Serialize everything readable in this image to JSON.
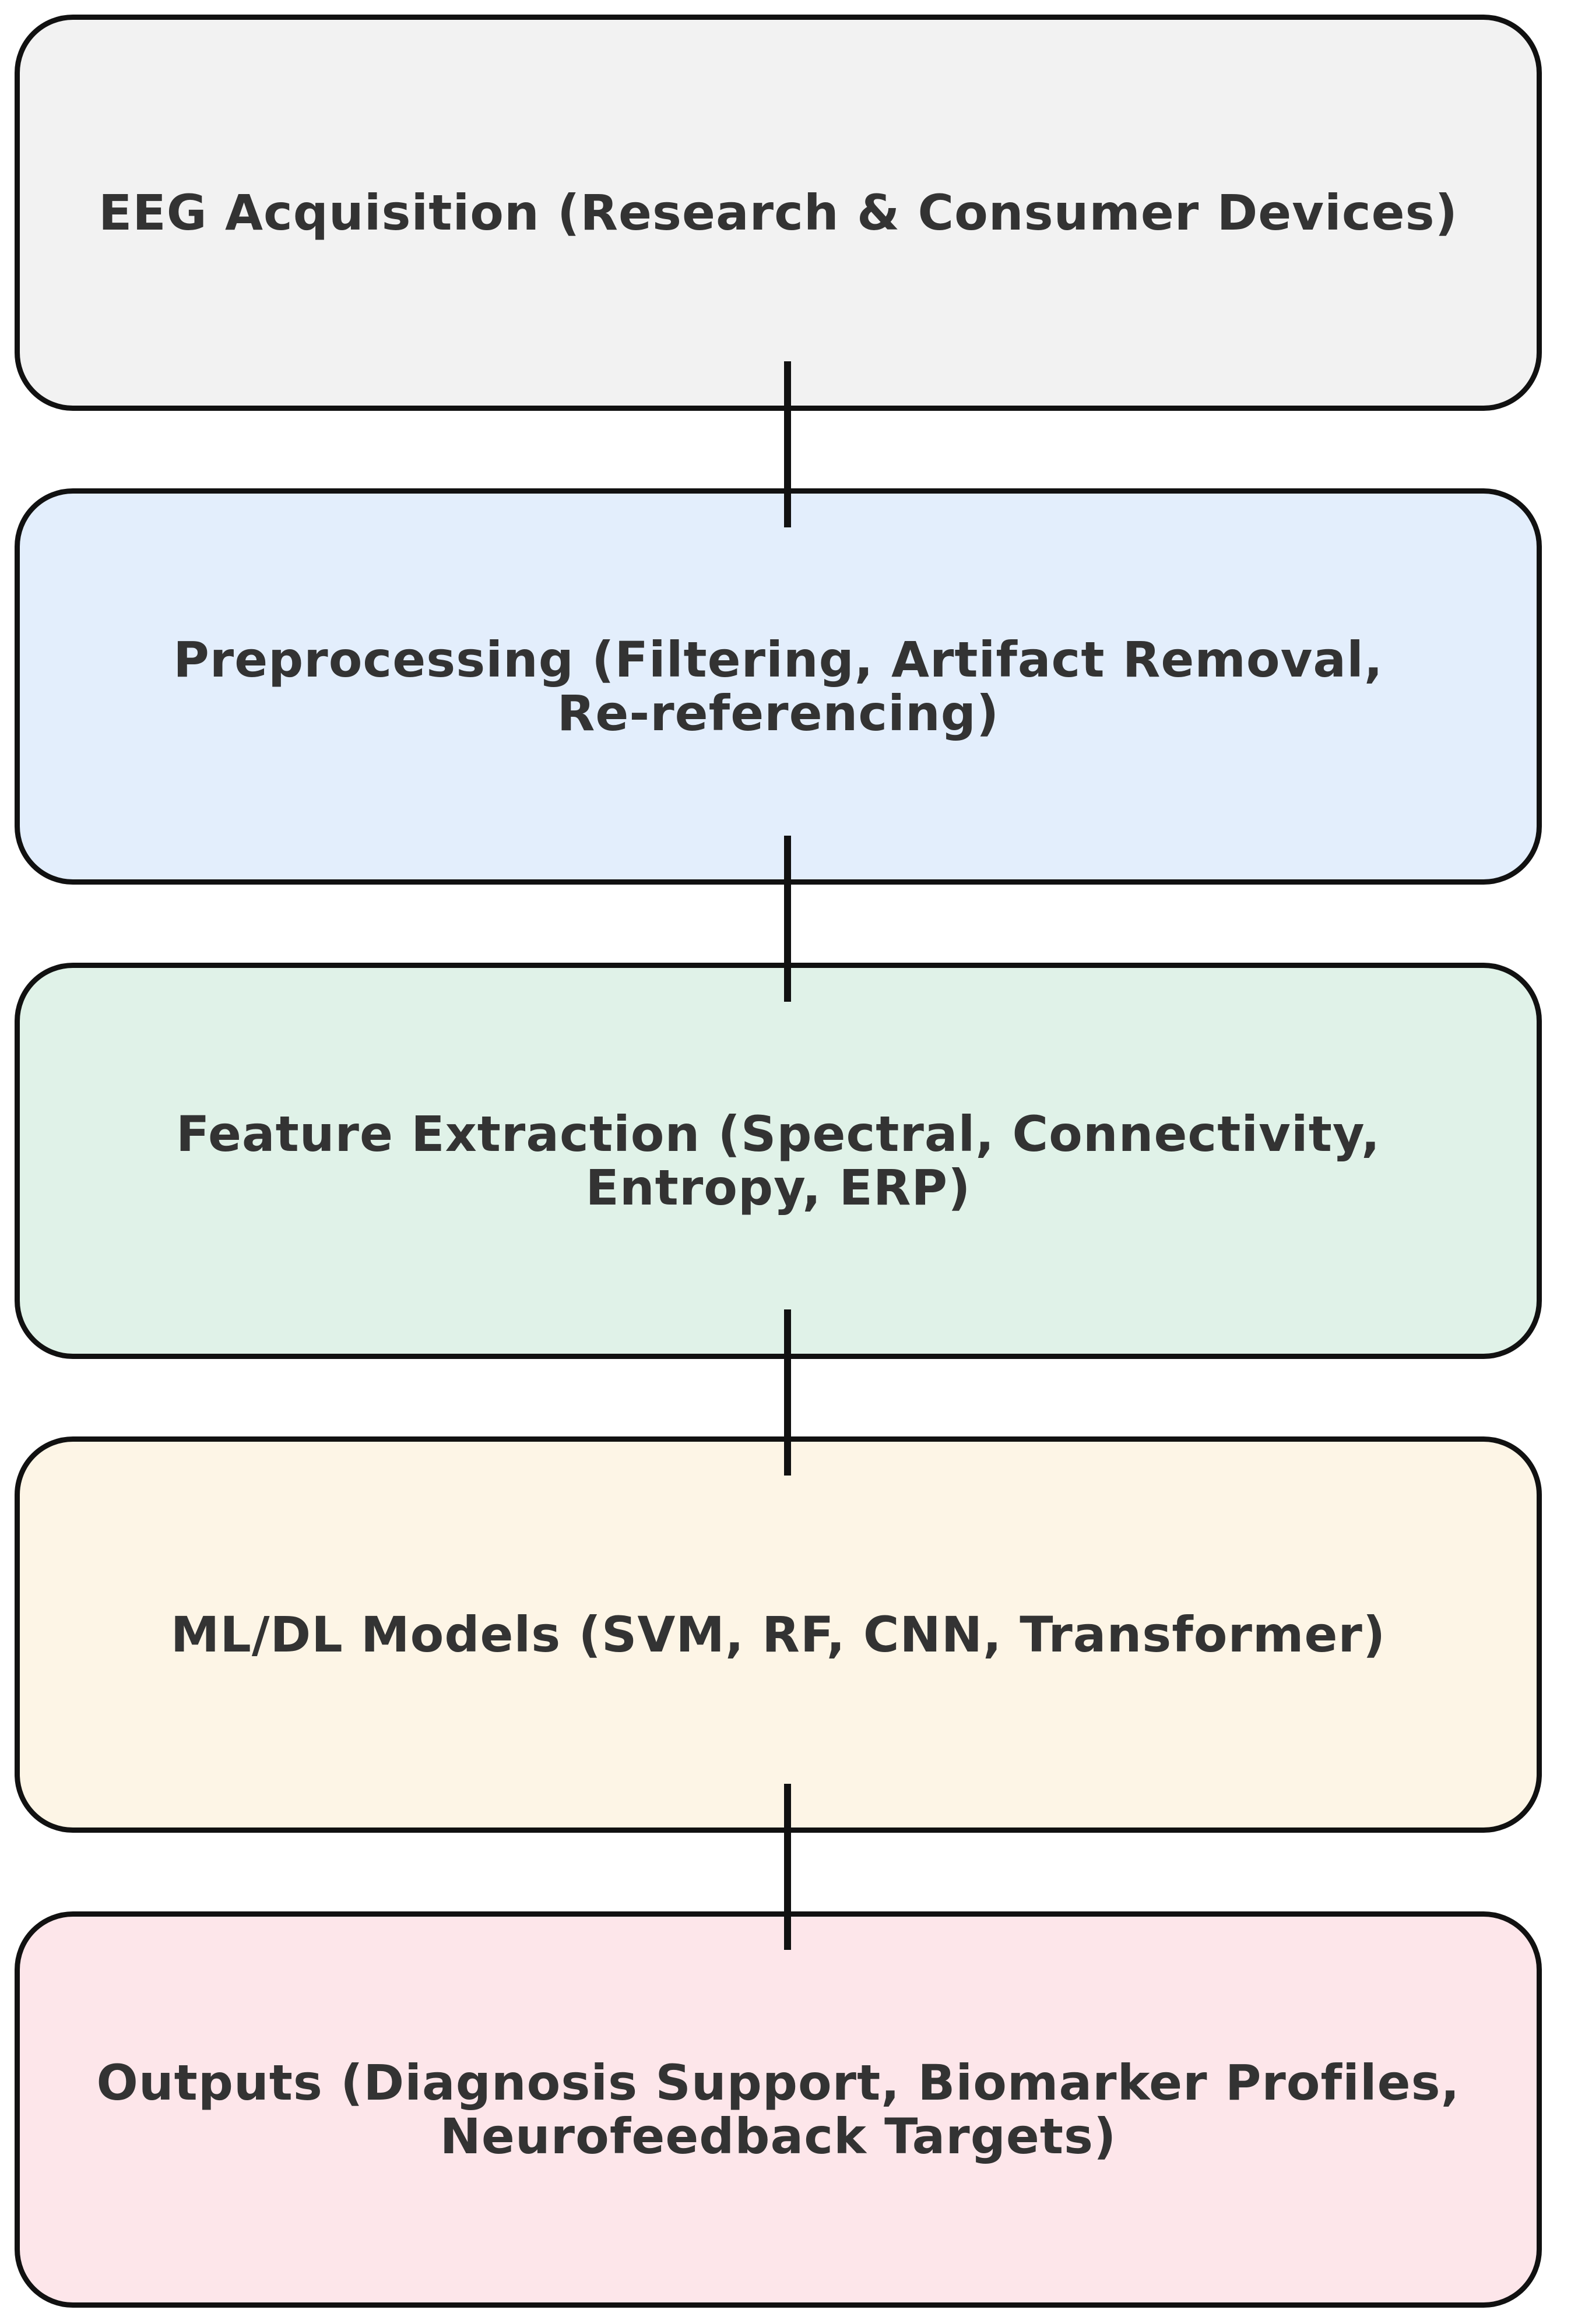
{
  "flowchart": {
    "steps": [
      {
        "label": "EEG Acquisition (Research & Consumer Devices)",
        "fill": "#f2f2f2"
      },
      {
        "label": "Preprocessing (Filtering, Artifact Removal, Re-referencing)",
        "fill": "#e3eefc"
      },
      {
        "label": "Feature Extraction (Spectral, Connectivity, Entropy, ERP)",
        "fill": "#e0f2e8"
      },
      {
        "label": "ML/DL Models (SVM, RF, CNN, Transformer)",
        "fill": "#fdf5e6"
      },
      {
        "label": "Outputs (Diagnosis Support, Biomarker Profiles, Neurofeedback Targets)",
        "fill": "#fde6ea"
      }
    ],
    "connector_color": "#111111",
    "border_color": "#111111",
    "text_color": "#333333"
  }
}
